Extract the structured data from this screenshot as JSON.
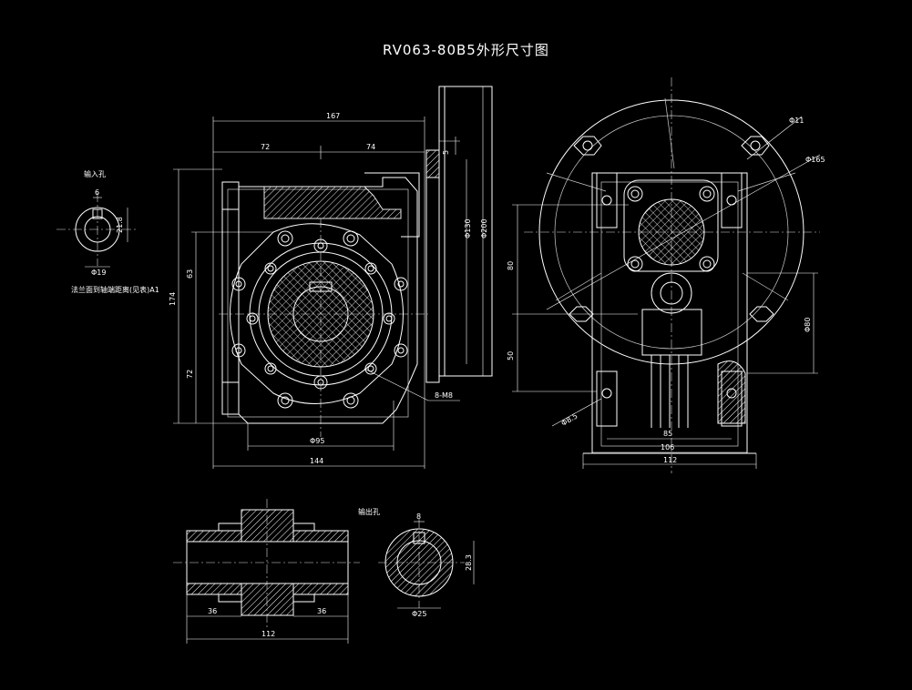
{
  "title": "RV063-80B5外形尺寸图",
  "front_view": {
    "dims": {
      "overall_width": "167",
      "left_half": "72",
      "right_half": "74",
      "height_total": "174",
      "upper_height": "63",
      "lower_height": "72",
      "bolt_circle": "Φ95",
      "base_width": "144",
      "bolt_callout": "8-M8"
    }
  },
  "flange_view": {
    "dims": {
      "flange_thickness": "5",
      "spigot": "Φ130",
      "flange_dia": "Φ200"
    }
  },
  "side_view": {
    "dims": {
      "hole_dia": "Φ11",
      "pcd": "Φ165",
      "upper_height": "80",
      "lower_height": "50",
      "shaft_dia": "Φ80",
      "foot_hole": "Φ8.5",
      "foot_span": "85",
      "base_width": "106",
      "overall_width": "112"
    }
  },
  "input_hole": {
    "label": "输入孔",
    "keyway_width": "6",
    "keyway_height": "21.8",
    "bore_dia": "Φ19",
    "note": "法兰面到轴端距离(见表)A1"
  },
  "output_shaft": {
    "left_len": "36",
    "right_len": "36",
    "overall_len": "112"
  },
  "output_hole": {
    "label": "输出孔",
    "keyway_width": "8",
    "keyway_height": "28.3",
    "bore_dia": "Φ25"
  }
}
